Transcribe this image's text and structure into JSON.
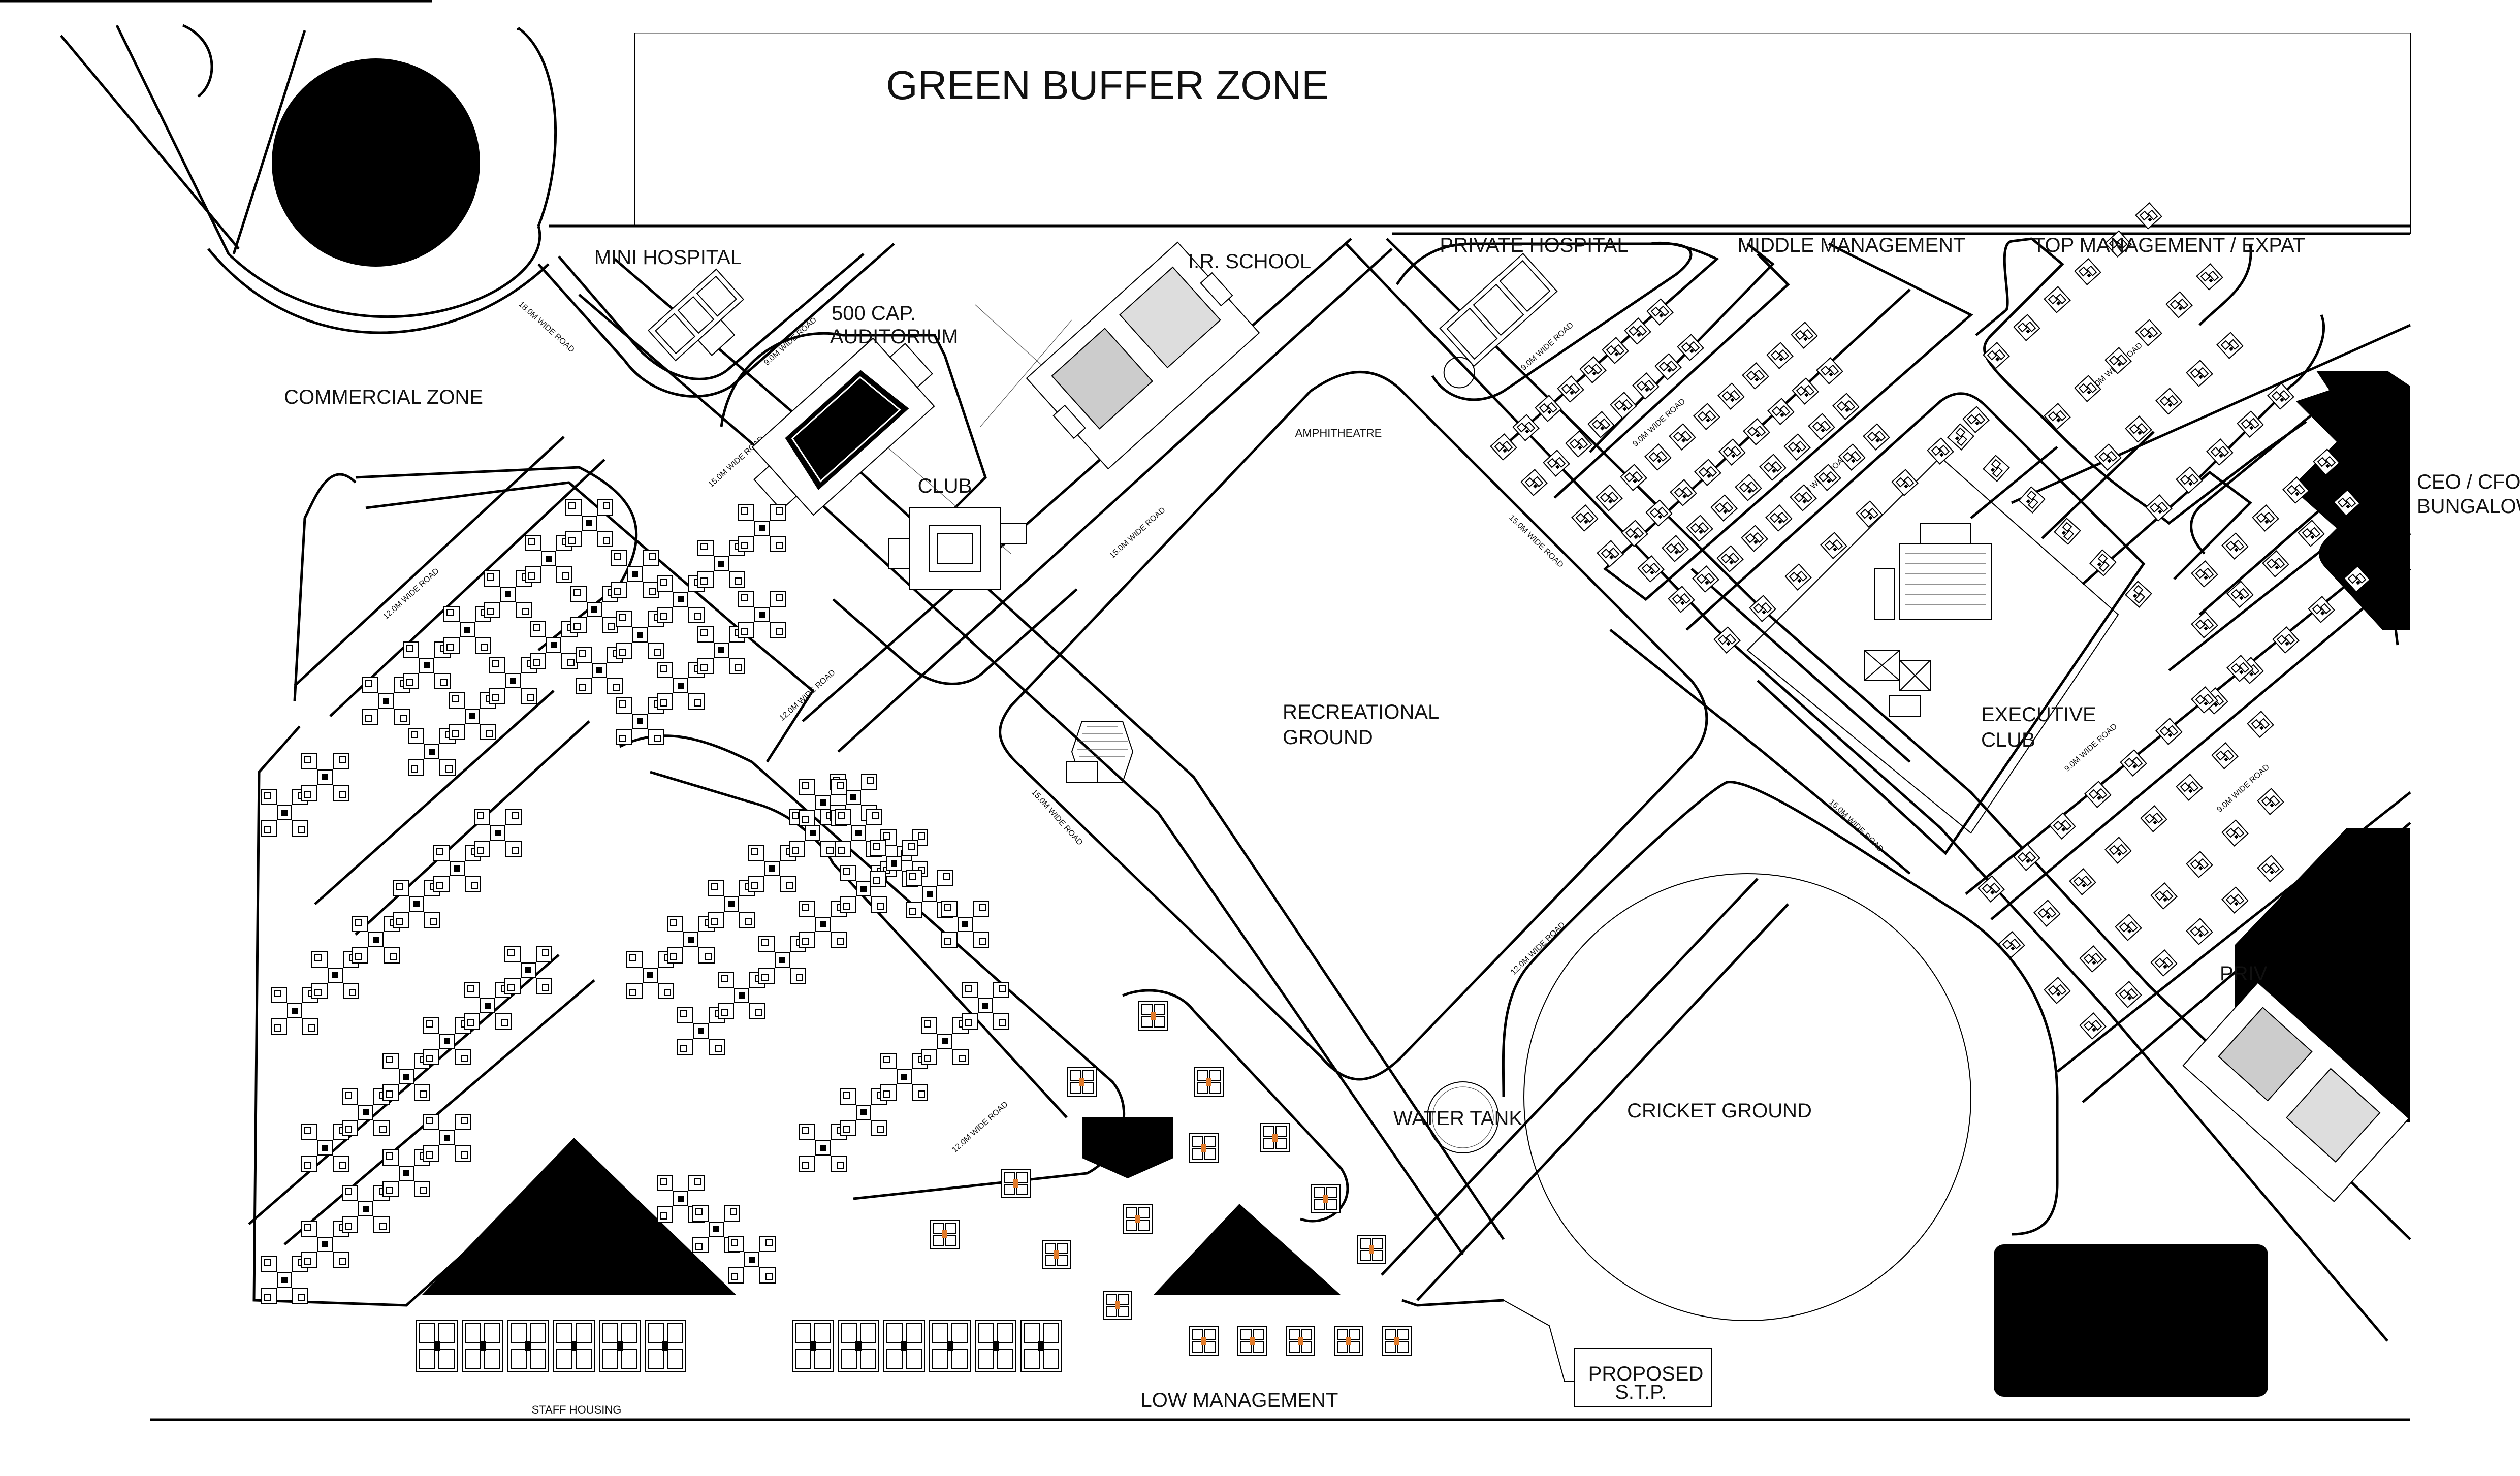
{
  "labels": {
    "green_buffer": "GREEN BUFFER ZONE",
    "mini_hospital": "MINI HOSPITAL",
    "auditorium_1": "500 CAP.",
    "auditorium_2": "AUDITORIUM",
    "ir_school": "I.R. SCHOOL",
    "private_hospital": "PRIVATE HOSPITAL",
    "middle_management": "MIDDLE MANAGEMENT",
    "top_management": "TOP MANAGEMENT / EXPAT",
    "ceo_1": "CEO / CFO",
    "ceo_2": "BUNGALOW",
    "commercial_zone": "COMMERCIAL ZONE",
    "club": "CLUB",
    "amphitheatre": "AMPHITHEATRE",
    "recreational_1": "RECREATIONAL",
    "recreational_2": "GROUND",
    "executive_1": "EXECUTIVE",
    "executive_2": "CLUB",
    "water_tank": "WATER TANK",
    "cricket_ground": "CRICKET GROUND",
    "private_right": "PRIV",
    "low_management": "LOW MANAGEMENT",
    "staff_housing": "STAFF HOUSING",
    "stp_1": "PROPOSED",
    "stp_2": "S.T.P."
  },
  "roads": {
    "r18": "18.0M WIDE ROAD",
    "r15": "15.0M WIDE ROAD",
    "r12": "12.0M WIDE ROAD",
    "r9": "9.0M WIDE ROAD"
  }
}
